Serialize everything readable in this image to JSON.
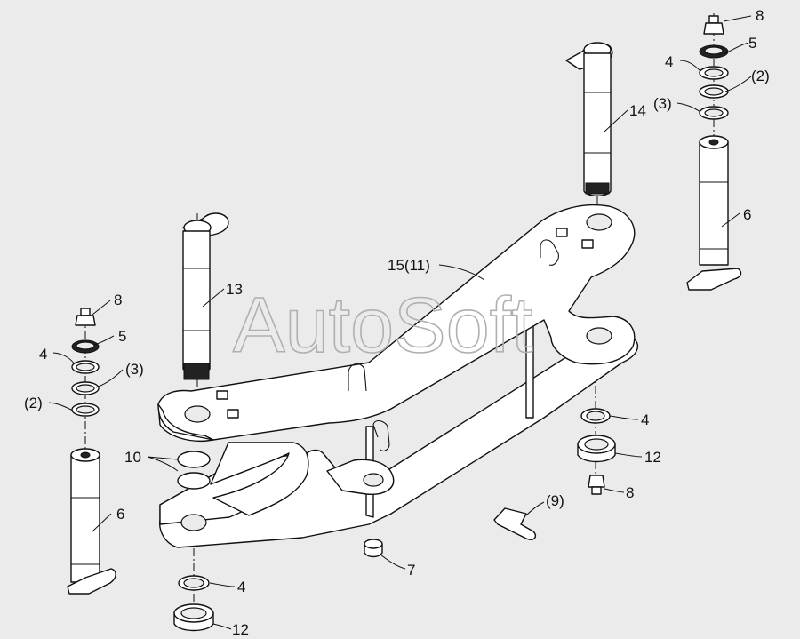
{
  "watermark": "AutoSoft",
  "callouts": {
    "c8_top_right": "8",
    "c5_top_right": "5",
    "c4_top_right": "4",
    "c2_top_right": "(2)",
    "c3_top_right": "(3)",
    "c14": "14",
    "c6_right": "6",
    "c15": "15(11)",
    "c13": "13",
    "c8_left": "8",
    "c5_left": "5",
    "c4_left": "4",
    "c3_left": "(3)",
    "c2_left": "(2)",
    "c10": "10",
    "c6_left": "6",
    "c4_right_lower": "4",
    "c12_right": "12",
    "c8_right_lower": "8",
    "c9": "(9)",
    "c7": "7",
    "c4_bottom": "4",
    "c12_bottom": "12"
  }
}
